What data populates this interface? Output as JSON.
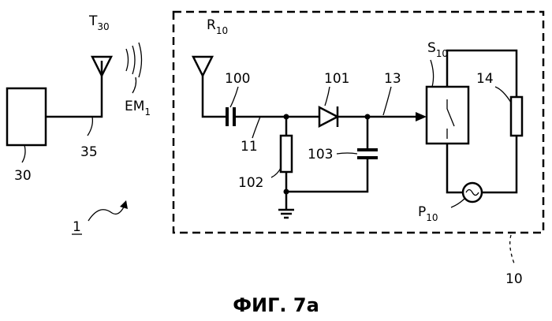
{
  "labels": {
    "t30": {
      "main": "T",
      "sub": "30"
    },
    "r10": {
      "main": "R",
      "sub": "10"
    },
    "em1": {
      "main": "EM",
      "sub": "1"
    },
    "s10": {
      "main": "S",
      "sub": "10"
    },
    "p10": {
      "main": "P",
      "sub": "10"
    },
    "n30": "30",
    "n35": "35",
    "n1": "1",
    "n10": "10",
    "n11": "11",
    "n13": "13",
    "n14": "14",
    "n100": "100",
    "n101": "101",
    "n102": "102",
    "n103": "103"
  },
  "caption": "ФИГ. 7a"
}
